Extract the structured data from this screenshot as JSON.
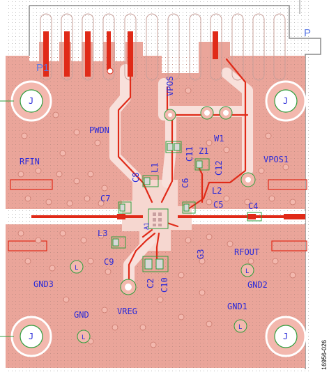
{
  "board": {
    "colors": {
      "copper": "#eaa59a",
      "trace": "#e02a18",
      "via_ring": "#f3b8ae",
      "silk_outline": "#2e9e3c",
      "silk_text": "#2a2ad8",
      "pad": "#d8d8d8",
      "board_outline": "#707070",
      "grid_dot": "#b8b8b8"
    },
    "connector_labels": [
      "P1",
      "P"
    ],
    "net_labels": {
      "vpos": "VPOS",
      "vpos1": "VPOS1",
      "pwdn": "PWDN",
      "w1": "W1",
      "rfin": "RFIN",
      "rfout": "RFOUT",
      "gnd": "GND",
      "gnd1": "GND1",
      "gnd2": "GND2",
      "gnd3": "GND3",
      "vreg": "VREG",
      "g3": "G3"
    },
    "component_labels": {
      "c2": "C2",
      "c4": "C4",
      "c5": "C5",
      "c6": "C6",
      "c7": "C7",
      "c8": "C8",
      "c9": "C9",
      "c10": "C10",
      "c11": "C11",
      "c12": "C12",
      "l1": "L1",
      "l2": "L2",
      "l3": "L3",
      "z1": "Z1",
      "a1": "A1"
    },
    "mounting_hole_label": "J",
    "test_point_label": "L",
    "figure_number": "16956-026"
  }
}
